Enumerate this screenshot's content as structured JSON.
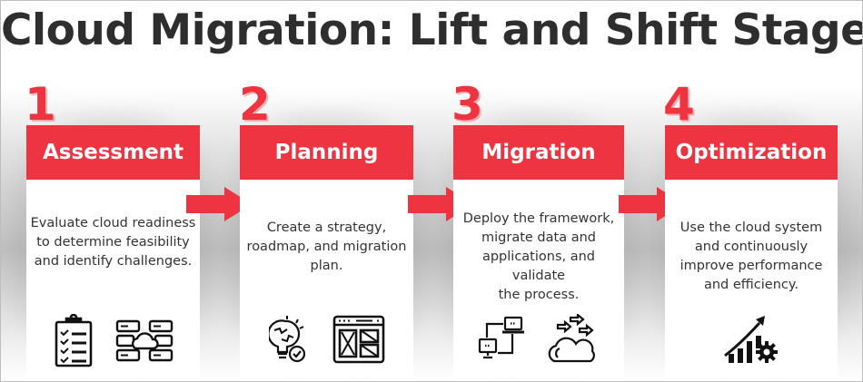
{
  "title": "Cloud Migration: Lift and Shift Stages",
  "colors": {
    "accent": "#ee3440",
    "title_text": "#2e2e2e",
    "body_text": "#333333",
    "card_bg": "#ffffff"
  },
  "stages": [
    {
      "number": "1",
      "label": "Assessment",
      "description": [
        "Evaluate cloud readiness",
        "to determine feasibility",
        "and identify challenges."
      ],
      "icons": [
        "clipboard-checklist-icon",
        "cloud-server-icon"
      ]
    },
    {
      "number": "2",
      "label": "Planning",
      "description": [
        "Create a strategy,",
        "roadmap, and migration",
        "plan."
      ],
      "icons": [
        "puzzle-lightbulb-check-icon",
        "browser-wireframe-icon"
      ]
    },
    {
      "number": "3",
      "label": "Migration",
      "description": [
        "Deploy the framework,",
        "migrate data and",
        "applications, and validate",
        "the process."
      ],
      "icons": [
        "computer-network-transfer-icon",
        "cloud-arrows-icon"
      ]
    },
    {
      "number": "4",
      "label": "Optimization",
      "description": [
        "Use the cloud system",
        "and continuously",
        "improve performance",
        "and efficiency."
      ],
      "icons": [
        "growth-chart-gear-icon"
      ]
    }
  ]
}
